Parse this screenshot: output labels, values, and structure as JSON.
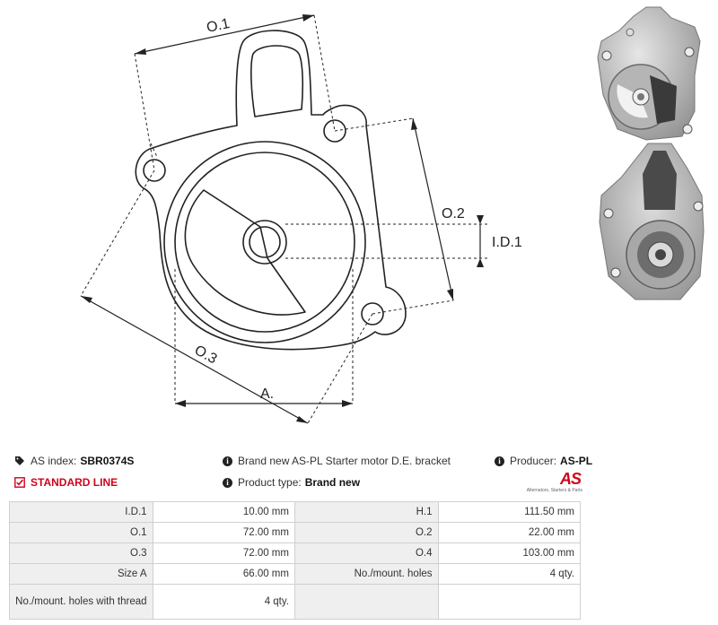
{
  "drawing": {
    "labels": {
      "o1": "O.1",
      "o2": "O.2",
      "o3": "O.3",
      "id1": "I.D.1",
      "a": "A."
    }
  },
  "info": {
    "as_index_label": "AS index:",
    "as_index_value": "SBR0374S",
    "description": "Brand new AS-PL Starter motor D.E. bracket",
    "producer_label": "Producer:",
    "producer_value": "AS-PL",
    "line_label": "STANDARD LINE",
    "product_type_label": "Product type:",
    "product_type_value": "Brand new"
  },
  "logo": {
    "mark": "AS",
    "tagline": "Alternators, Starters & Parts"
  },
  "params": [
    {
      "k1": "I.D.1",
      "v1": "10.00 mm",
      "k2": "H.1",
      "v2": "111.50 mm"
    },
    {
      "k1": "O.1",
      "v1": "72.00 mm",
      "k2": "O.2",
      "v2": "22.00 mm"
    },
    {
      "k1": "O.3",
      "v1": "72.00 mm",
      "k2": "O.4",
      "v2": "103.00 mm"
    },
    {
      "k1": "Size A",
      "v1": "66.00 mm",
      "k2": "No./mount. holes",
      "v2": "4 qty."
    },
    {
      "k1": "No./mount. holes with thread",
      "v1": "4 qty.",
      "k2": "",
      "v2": ""
    }
  ],
  "colors": {
    "accent": "#d0021b",
    "header_cell": "#efefef",
    "border": "#d0d0d0"
  }
}
